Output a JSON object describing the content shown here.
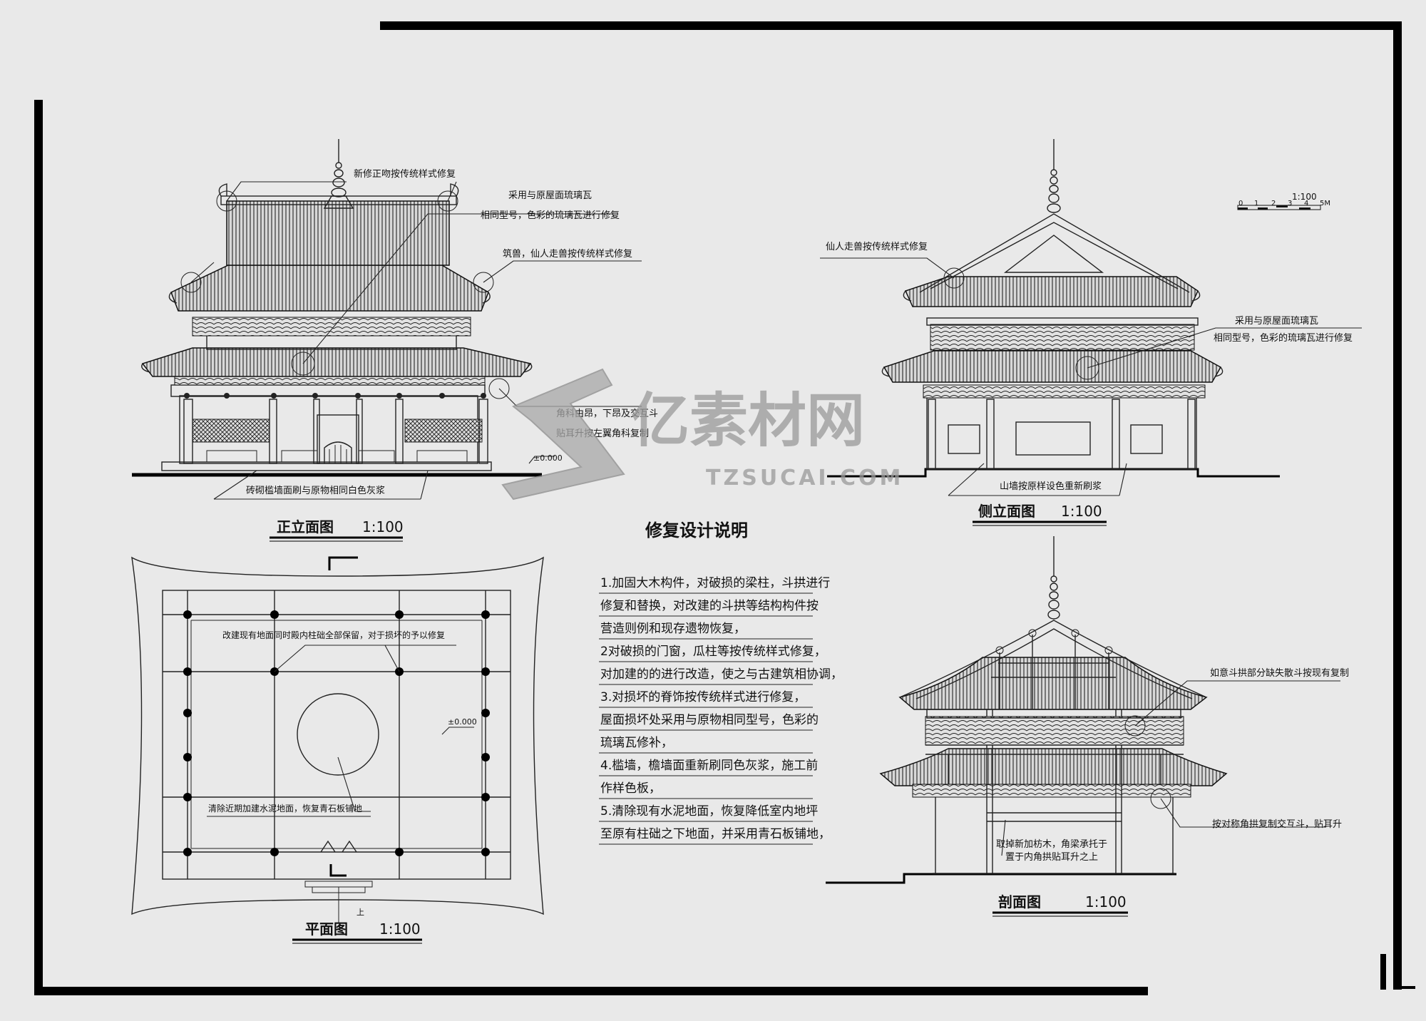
{
  "front_elevation": {
    "title": "正立面图",
    "scale": "1:100",
    "notes": {
      "ridge": "新修正吻按传统样式修复",
      "tile_1": "采用与原屋面琉璃瓦",
      "tile_2": "相同型号，色彩的琉璃瓦进行修复",
      "figures": "筑兽，仙人走兽按传统样式修复",
      "bracket_1": "角科由昂，下昂及交互斗",
      "bracket_2": "贴耳升按左翼角科复制",
      "level": "±0.000",
      "wall": "砖砌槛墙面刷与原物相同白色灰浆"
    }
  },
  "side_elevation": {
    "title": "侧立面图",
    "scale": "1:100",
    "scale_bar": {
      "label": "1:100",
      "ticks": [
        "0",
        "1",
        "2",
        "3",
        "4",
        "5M"
      ]
    },
    "notes": {
      "figures": "仙人走兽按传统样式修复",
      "tile_1": "采用与原屋面琉璃瓦",
      "tile_2": "相同型号，色彩的琉璃瓦进行修复",
      "gable": "山墙按原样设色重新刷浆"
    }
  },
  "plan": {
    "title": "平面图",
    "scale": "1:100",
    "notes": {
      "floor": "改建现有地面同时殿内柱础全部保留，对于损坏的予以修复",
      "level": "±0.000",
      "slab": "清除近期加建水泥地面，恢复青石板铺地",
      "mark": "上"
    }
  },
  "section": {
    "title": "剖面图",
    "scale": "1:100",
    "notes": {
      "bracket": "如意斗拱部分缺失散斗按现有复制",
      "corner": "按对称角拱复制交互斗，贴耳升",
      "beam_1": "取掉新加枋木，角梁承托于",
      "beam_2": "置于内角拱贴耳升之上"
    }
  },
  "design_notes": {
    "title": "修复设计说明",
    "lines": [
      "1.加固大木构件，对破损的梁柱，斗拱进行",
      "修复和替换，对改建的斗拱等结构构件按",
      "营造则例和现存遗物恢复，",
      "2对破损的门窗，瓜柱等按传统样式修复，",
      "对加建的的进行改造，使之与古建筑相协调，",
      "3.对损坏的脊饰按传统样式进行修复，",
      "屋面损坏处采用与原物相同型号，色彩的",
      "琉璃瓦修补，",
      "4.槛墙，檐墙面重新刷同色灰浆，施工前",
      "作样色板，",
      "5.清除现有水泥地面，恢复降低室内地坪",
      "至原有柱础之下地面，并采用青石板铺地，"
    ]
  },
  "watermark": {
    "name": "亿素材网",
    "url": "TZSUCAI.COM"
  }
}
